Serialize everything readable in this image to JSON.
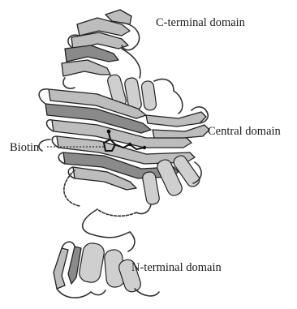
{
  "labels": {
    "c_terminal": "C-terminal domain",
    "central": "Central domain",
    "biotin": "Biotin",
    "n_terminal": "N-terminal domain"
  }
}
